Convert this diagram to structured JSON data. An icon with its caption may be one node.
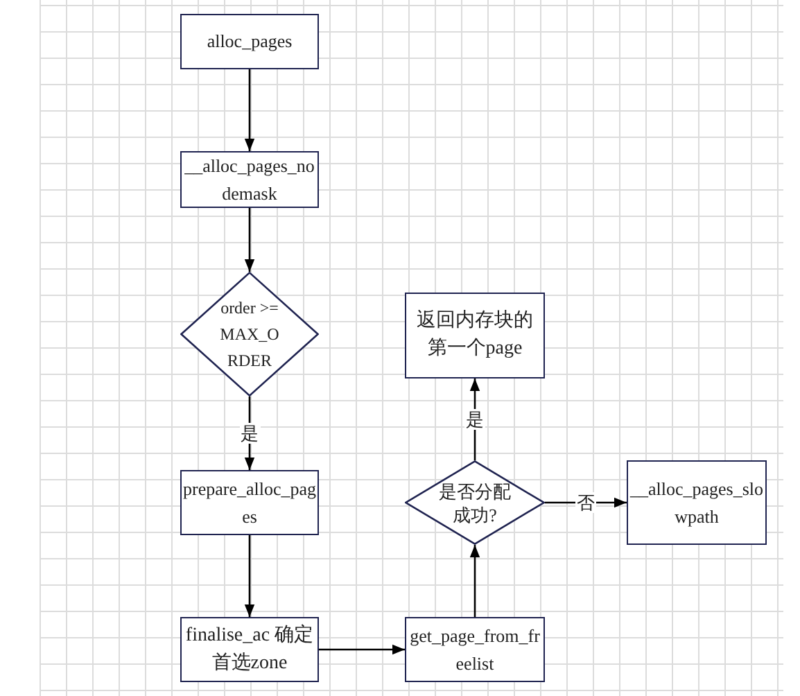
{
  "diagram": {
    "nodes": [
      {
        "text": [
          "alloc_pages"
        ]
      },
      {
        "text": [
          "__alloc_pages_nodemask"
        ]
      },
      {
        "text": [
          "order >= MAX_ORDER"
        ]
      },
      {
        "text": [
          "prepare_alloc_pages"
        ]
      },
      {
        "text": [
          "finalise_ac 确定首选zone"
        ]
      },
      {
        "text": [
          "get_page_from_freelist"
        ]
      },
      {
        "text": [
          "是否分配成功?"
        ]
      },
      {
        "text": [
          "返回内存块的第一个page"
        ]
      },
      {
        "text": [
          "__alloc_pages_slowpath"
        ]
      }
    ],
    "edges": [
      {
        "from": 0,
        "to": 1,
        "arrow": "to"
      },
      {
        "from": 1,
        "to": 2,
        "arrow": "to"
      },
      {
        "from": 2,
        "to": 3,
        "arrow": "to",
        "label": "是"
      },
      {
        "from": 3,
        "to": 4,
        "arrow": "to"
      },
      {
        "from": 4,
        "to": 5,
        "arrow": "to"
      },
      {
        "from": 5,
        "to": 6,
        "arrow": "to"
      },
      {
        "from": 6,
        "to": 7,
        "arrow": "to",
        "label": "是"
      },
      {
        "from": 6,
        "to": 8,
        "arrow": "to",
        "label": "否"
      }
    ]
  }
}
